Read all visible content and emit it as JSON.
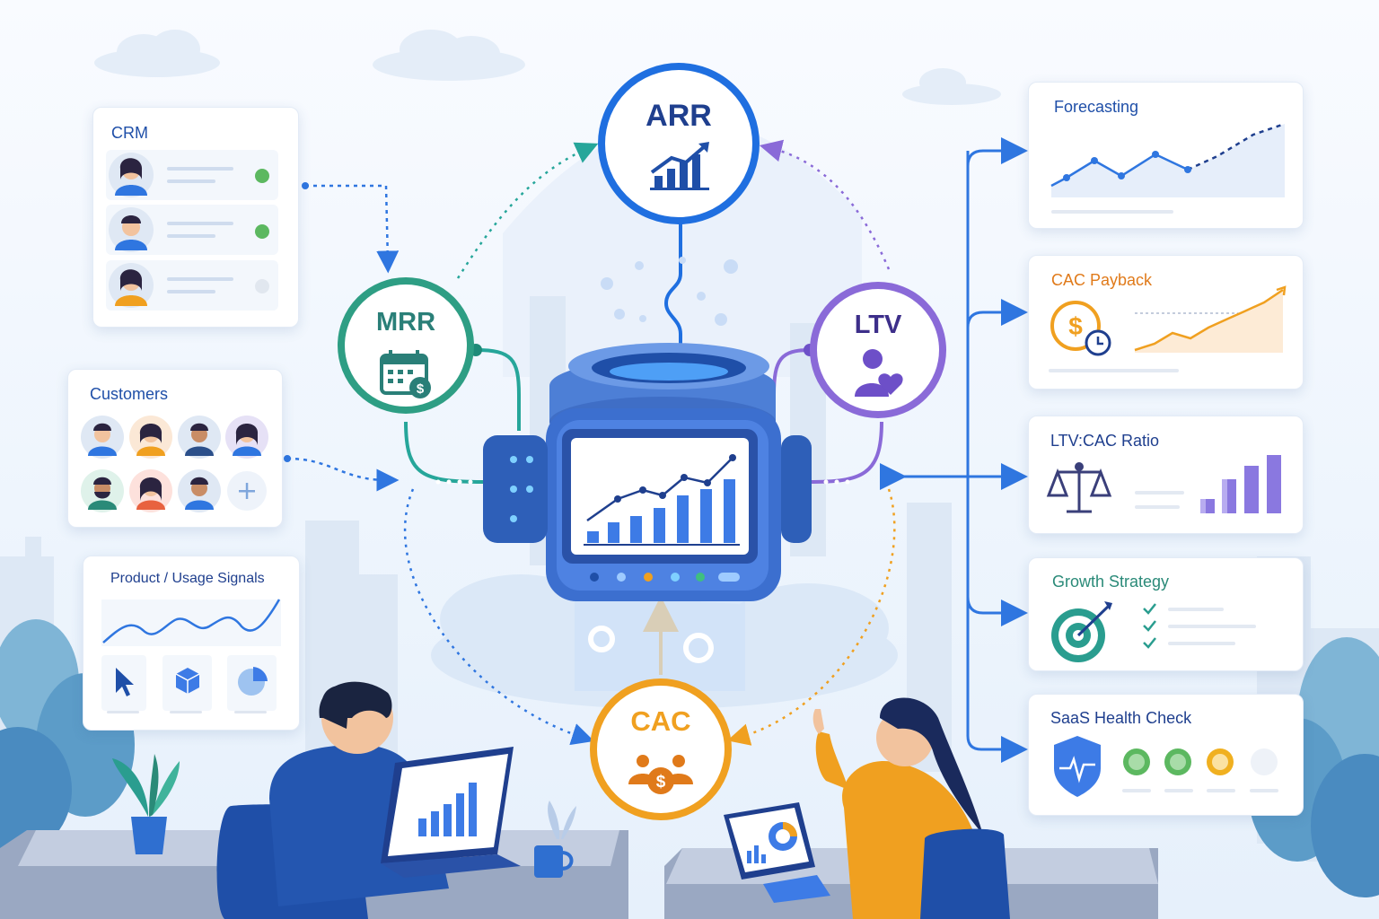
{
  "left_cards": {
    "crm": {
      "title": "CRM"
    },
    "customers": {
      "title": "Customers"
    },
    "usage": {
      "title": "Product / Usage Signals"
    }
  },
  "nodes": {
    "arr": {
      "label": "ARR",
      "color": "#1f6fe0"
    },
    "mrr": {
      "label": "MRR",
      "color": "#2e9e84"
    },
    "ltv": {
      "label": "LTV",
      "color": "#7d63d6"
    },
    "cac": {
      "label": "CAC",
      "color": "#f0a020"
    }
  },
  "right_cards": {
    "forecasting": {
      "title": "Forecasting",
      "color": "#1f4fa8"
    },
    "cac_payback": {
      "title": "CAC Payback",
      "color": "#e07a1a"
    },
    "ltv_cac_ratio": {
      "title": "LTV:CAC Ratio",
      "color": "#1f4fa8"
    },
    "growth_strategy": {
      "title": "Growth Strategy",
      "color": "#2a8a78"
    },
    "saas_health_check": {
      "title": "SaaS Health Check",
      "color": "#1f4fa8"
    }
  },
  "icons": {
    "crm_status": [
      "green-dot",
      "green-dot",
      "gray-dot"
    ],
    "usage_icons": [
      "cursor-icon",
      "cube-icon",
      "pie-chart-icon"
    ],
    "health_dots": [
      "green",
      "green",
      "amber",
      "gray"
    ]
  }
}
